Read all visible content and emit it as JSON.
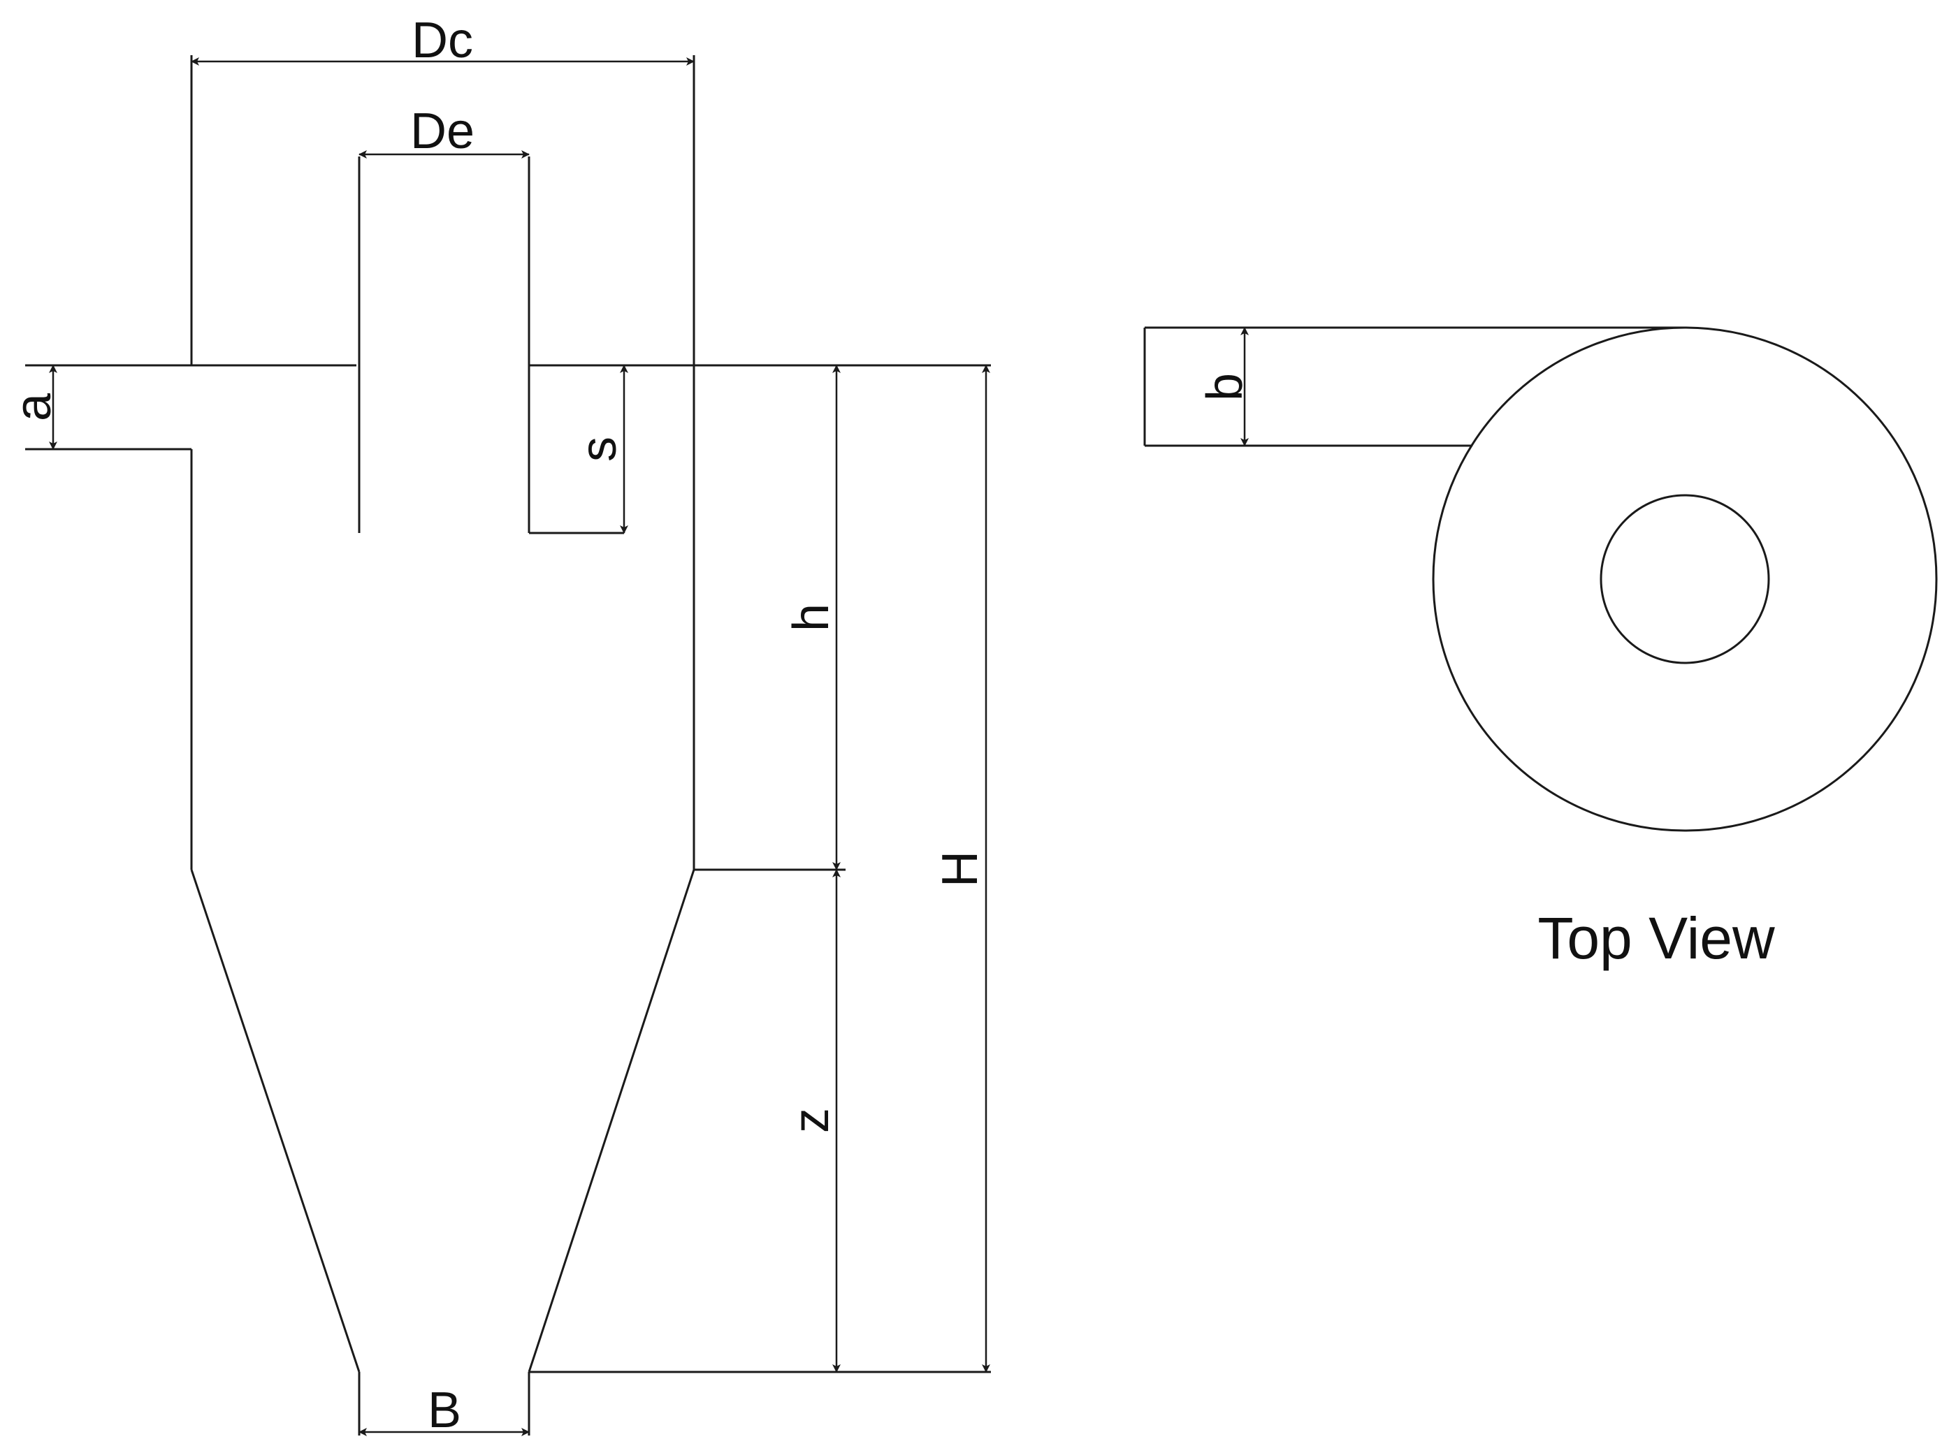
{
  "diagram": {
    "labels": {
      "dc": "Dc",
      "de": "De",
      "a": "a",
      "s": "s",
      "h": "h",
      "H": "H",
      "z": "z",
      "B": "B",
      "b": "b"
    },
    "top_view_caption": "Top View",
    "colors": {
      "line": "#1a1a1a",
      "background": "#ffffff"
    }
  }
}
